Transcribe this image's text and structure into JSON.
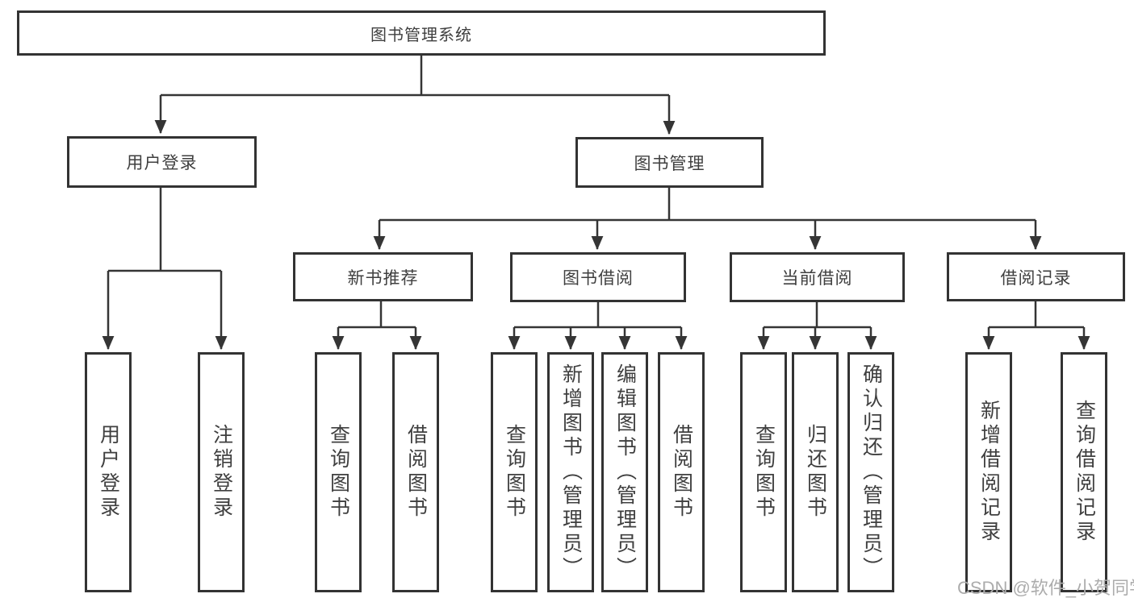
{
  "diagram": {
    "root": "图书管理系统",
    "level2": [
      "用户登录",
      "图书管理"
    ],
    "level3": [
      "新书推荐",
      "图书借阅",
      "当前借阅",
      "借阅记录"
    ],
    "leaves_user_login": [
      "用户登录",
      "注销登录"
    ],
    "leaves_new_books": [
      "查询图书",
      "借阅图书"
    ],
    "leaves_book_borrow": [
      "查询图书",
      "新增图书（管理员）",
      "编辑图书（管理员）",
      "借阅图书"
    ],
    "leaves_current_borrow": [
      "查询图书",
      "归还图书",
      "确认归还（管理员）"
    ],
    "leaves_borrow_records": [
      "新增借阅记录",
      "查询借阅记录"
    ]
  },
  "watermark": {
    "text": "CSDN @软件_小贺同学",
    "color": "#acacac"
  },
  "colors": {
    "line": "#353535",
    "box_border": "#333333",
    "text": "#3f3f3f",
    "background": "#ffffff"
  }
}
